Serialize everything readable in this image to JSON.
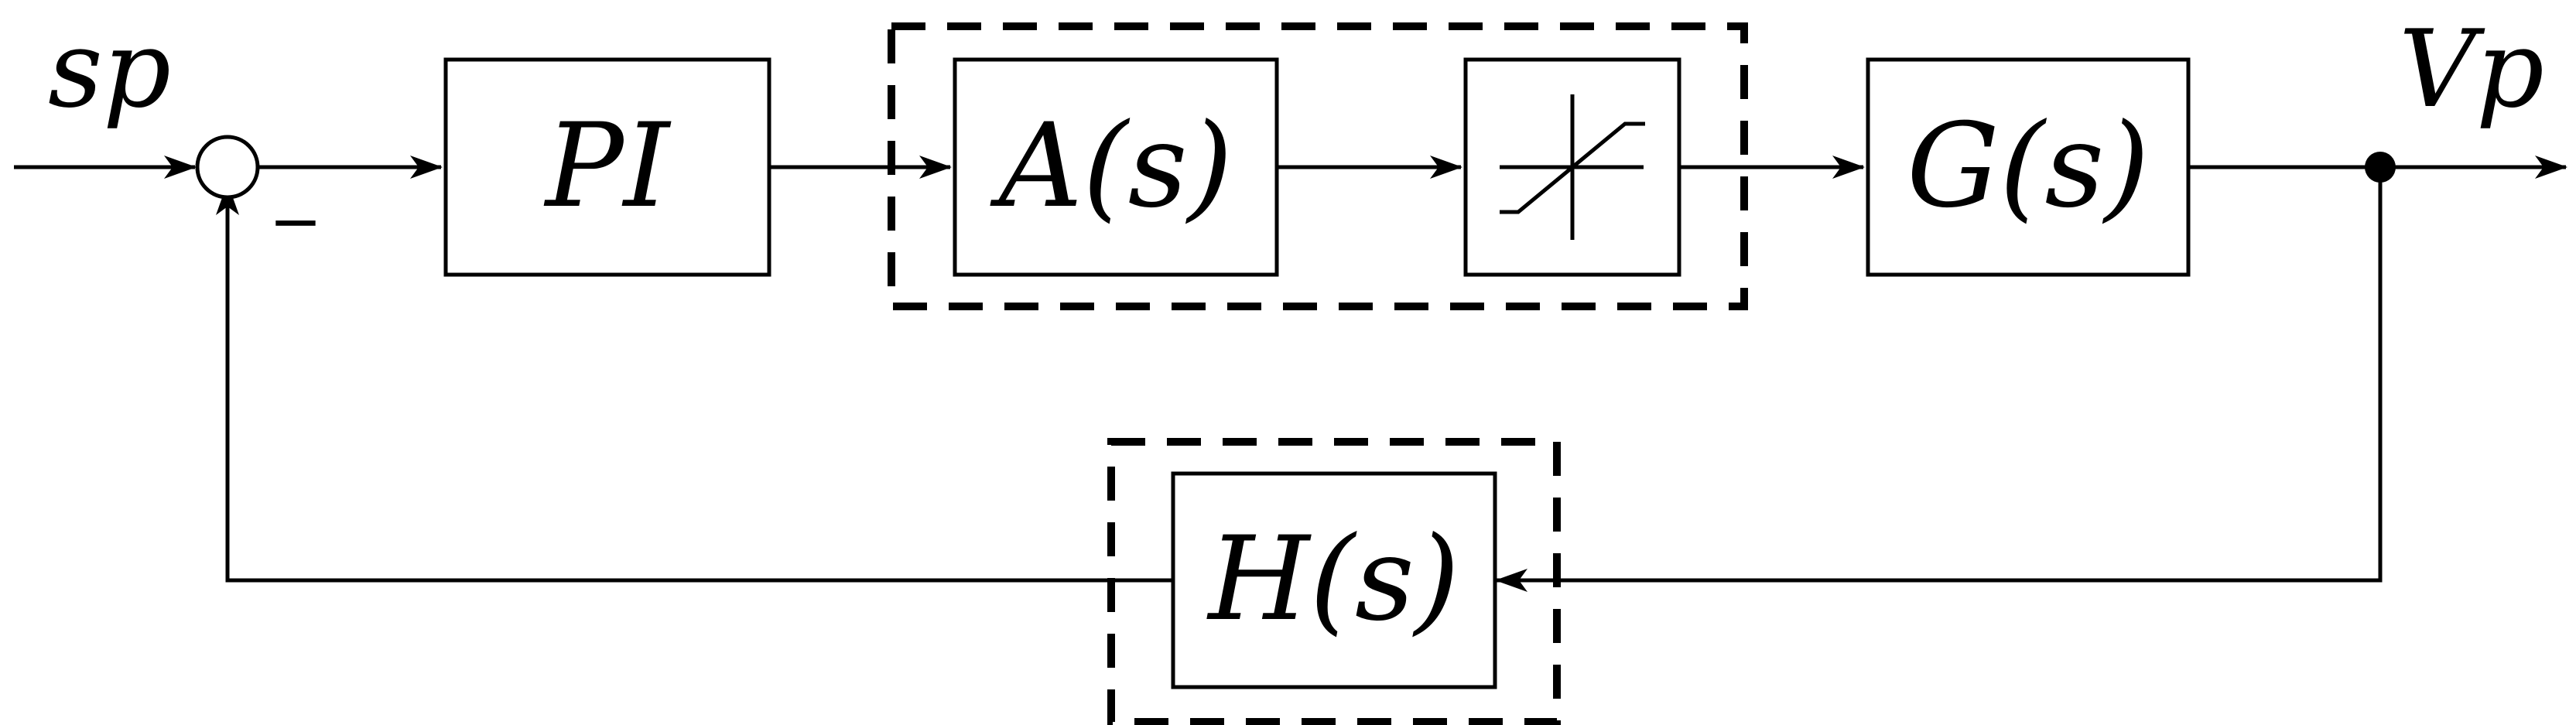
{
  "diagram": {
    "input_label": "sp",
    "output_label": "Vp",
    "summing_sign": "−",
    "blocks": {
      "pi": "PI",
      "actuator": "A(s)",
      "plant": "G(s)",
      "sensor": "H(s)"
    },
    "saturation_icon": "saturation-nonlinearity-icon",
    "colors": {
      "stroke": "#000000",
      "background": "#ffffff"
    }
  }
}
